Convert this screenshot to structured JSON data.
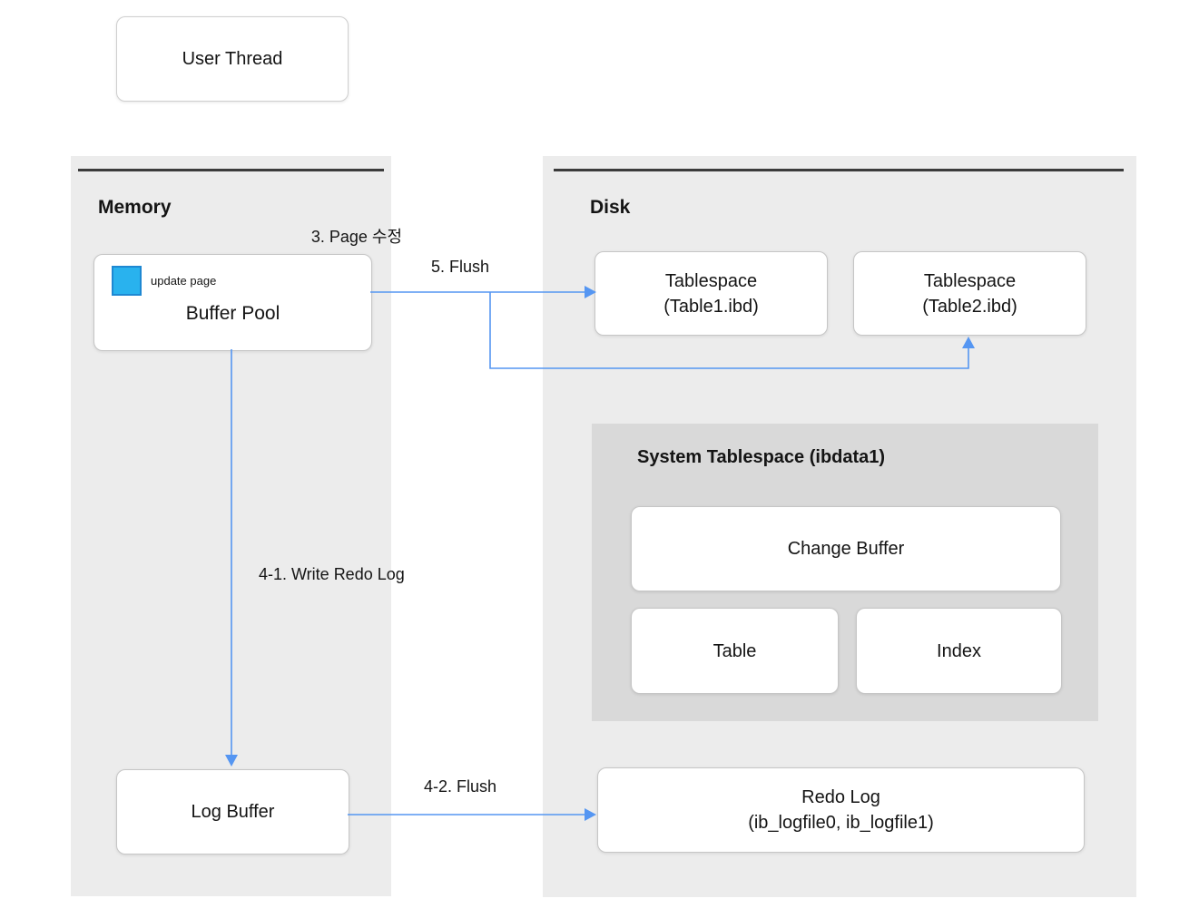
{
  "colors": {
    "arrow_blue": "#5596f2",
    "page_block_fill": "#29b2ee",
    "page_block_border": "#1e88d2",
    "panel_bg": "#ececec",
    "inner_panel_bg": "#d9d9d9"
  },
  "user_thread": {
    "label": "User Thread"
  },
  "memory": {
    "title": "Memory",
    "step_label": "3. Page 수정",
    "buffer_pool": {
      "label": "Buffer Pool",
      "tag": "update page"
    },
    "log_buffer": {
      "label": "Log Buffer"
    }
  },
  "disk": {
    "title": "Disk",
    "tablespace1": {
      "line1": "Tablespace",
      "line2": "(Table1.ibd)"
    },
    "tablespace2": {
      "line1": "Tablespace",
      "line2": "(Table2.ibd)"
    },
    "system_tablespace": {
      "title": "System Tablespace (ibdata1)",
      "change_buffer": {
        "label": "Change Buffer"
      },
      "table": {
        "label": "Table"
      },
      "index": {
        "label": "Index"
      }
    },
    "redo_log": {
      "line1": "Redo Log",
      "line2": "(ib_logfile0, ib_logfile1)"
    }
  },
  "arrows": {
    "flush": "5. Flush",
    "write_redo": "4-1. Write Redo Log",
    "flush_redo": "4-2. Flush"
  }
}
